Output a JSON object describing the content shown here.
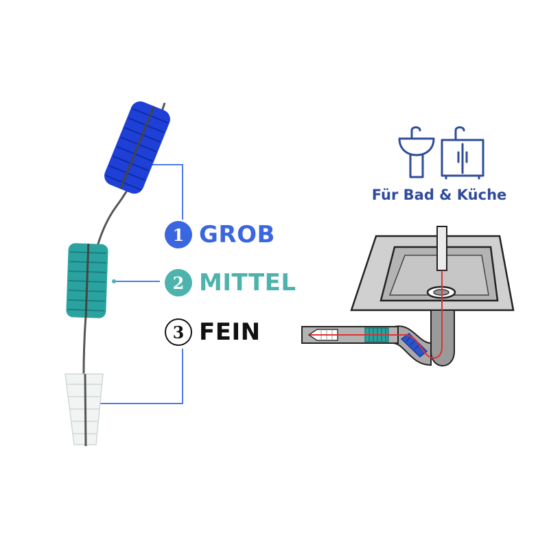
{
  "labels": [
    {
      "number": "1",
      "word": "GROB",
      "color": "#3a66e0"
    },
    {
      "number": "2",
      "word": "MITTEL",
      "color": "#4db3ac"
    },
    {
      "number": "3",
      "word": "FEIN",
      "color": "#111111"
    }
  ],
  "usage_text": "Für Bad & Küche",
  "colors": {
    "coarse_brush": "#1e40d6",
    "medium_brush": "#2aa3a0",
    "fine_brush": "#f2f4f4",
    "connector": "#4a7bea",
    "text_blue": "#2f4b9b",
    "sink_gray": "#a9a9a9",
    "pipe_red": "#e03030"
  },
  "icons": [
    "bathroom-sink-icon",
    "kitchen-cabinet-sink-icon",
    "sink-drain-illustration"
  ]
}
